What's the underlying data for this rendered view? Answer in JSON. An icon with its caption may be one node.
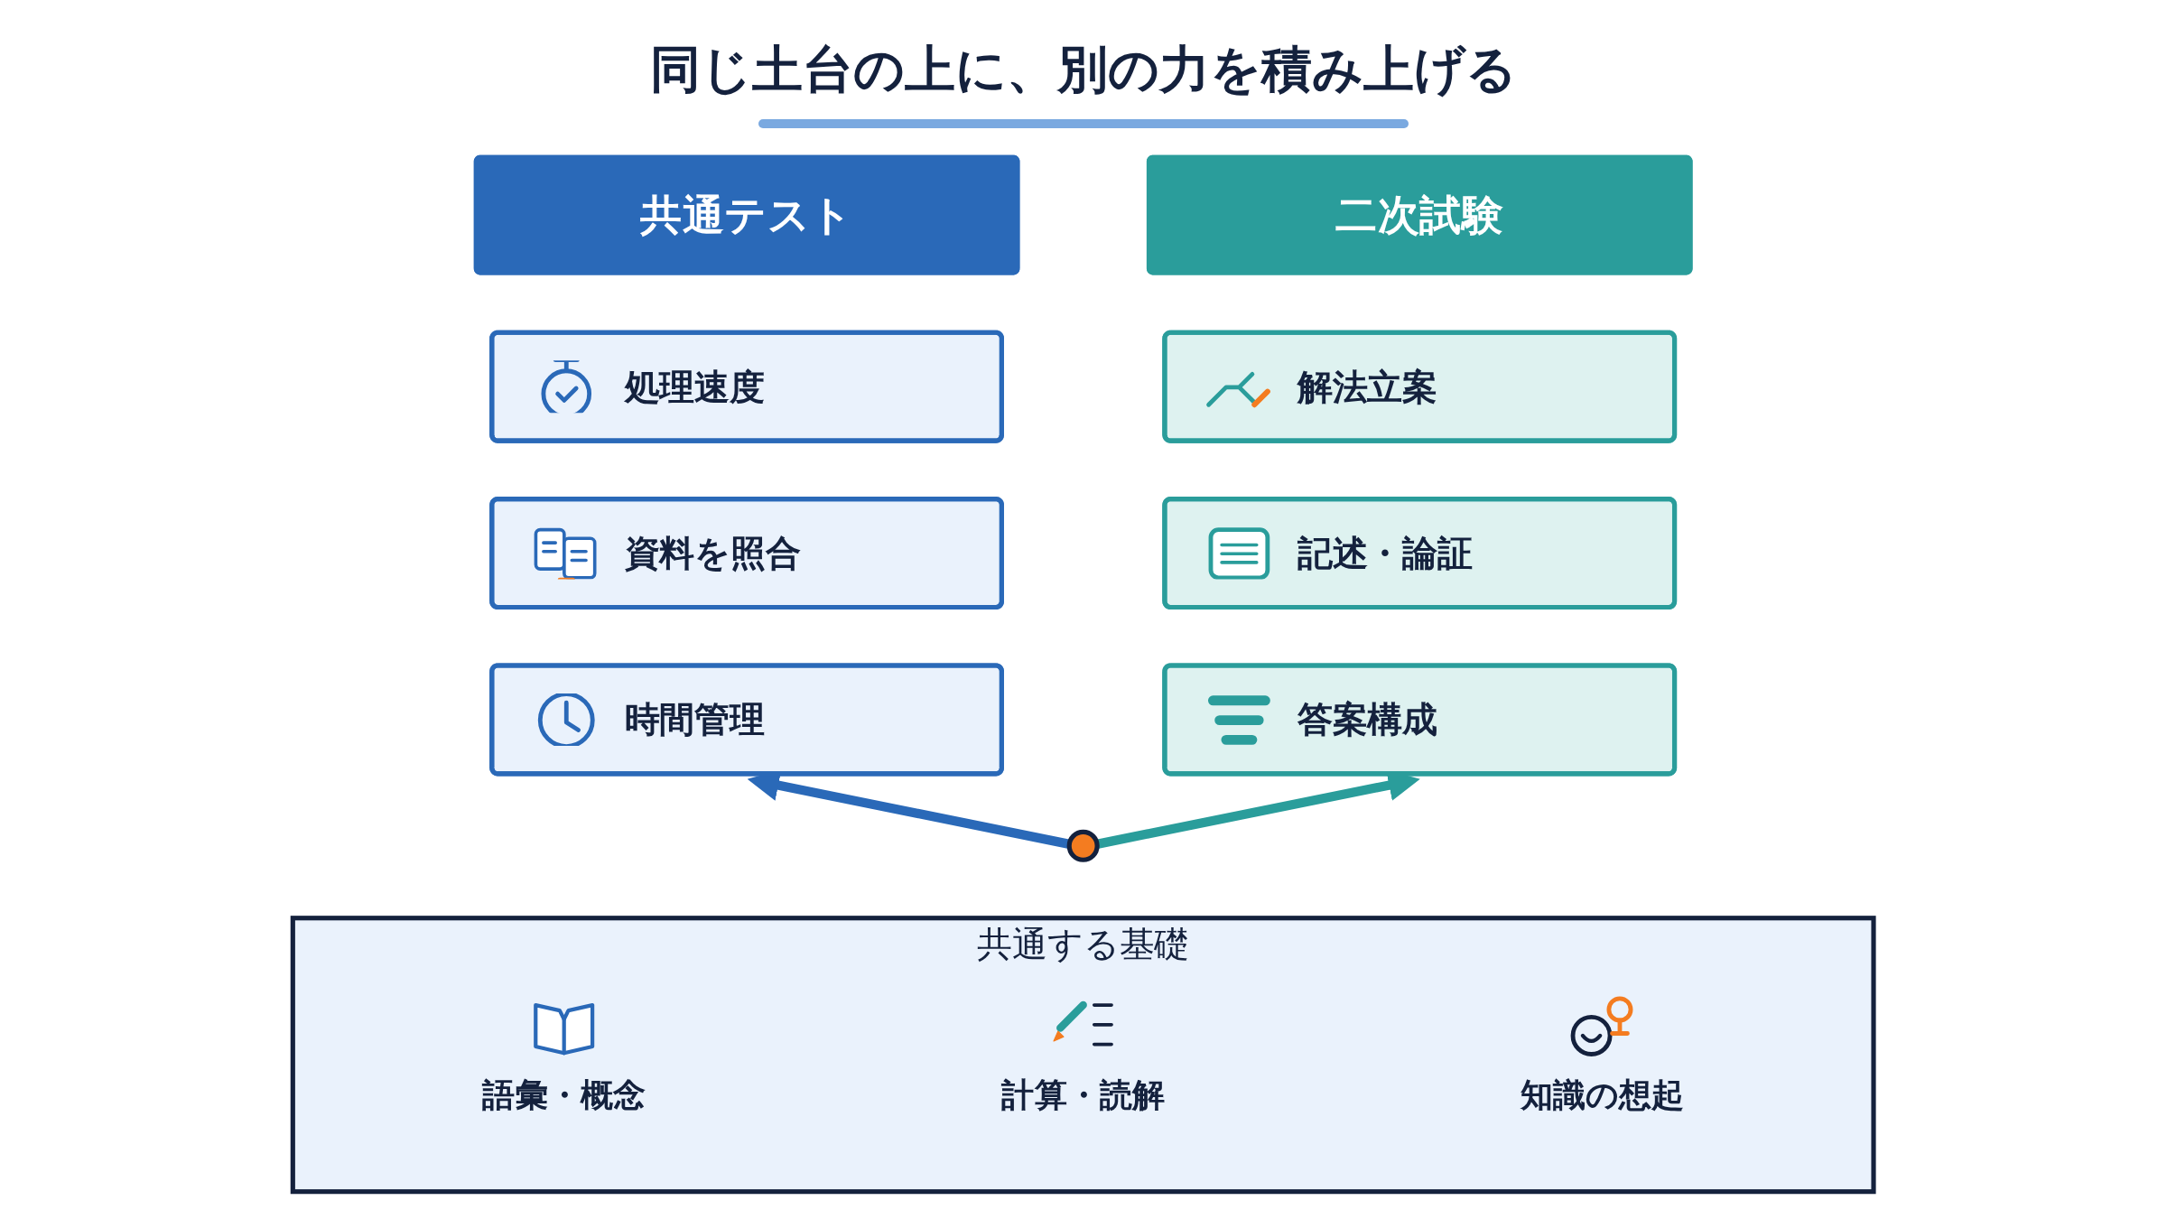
{
  "diagram": {
    "title": "同じ土台の上に、別の力を積み上げる",
    "nodes": [
      {
        "text": [
          "共通テスト"
        ]
      },
      {
        "text": [
          "処理速度"
        ]
      },
      {
        "text": [
          "資料を照合"
        ]
      },
      {
        "text": [
          "時間管理"
        ]
      },
      {
        "text": [
          "二次試験"
        ]
      },
      {
        "text": [
          "解法立案"
        ]
      },
      {
        "text": [
          "記述・論証"
        ]
      },
      {
        "text": [
          "答案構成"
        ]
      },
      {
        "text": [],
        "shape": "circle"
      },
      {
        "text": [
          "共通する基礎"
        ]
      },
      {
        "text": [
          "語彙・概念"
        ],
        "in": 9
      },
      {
        "text": [
          "計算・読解"
        ],
        "in": 9
      },
      {
        "text": [
          "知識の想起"
        ],
        "in": 9
      }
    ],
    "edges": [
      {
        "from": 8,
        "to": 3,
        "arrow": "to",
        "color": "#2a69b8"
      },
      {
        "from": 8,
        "to": 7,
        "arrow": "to",
        "color": "#2a9d9b"
      }
    ]
  }
}
